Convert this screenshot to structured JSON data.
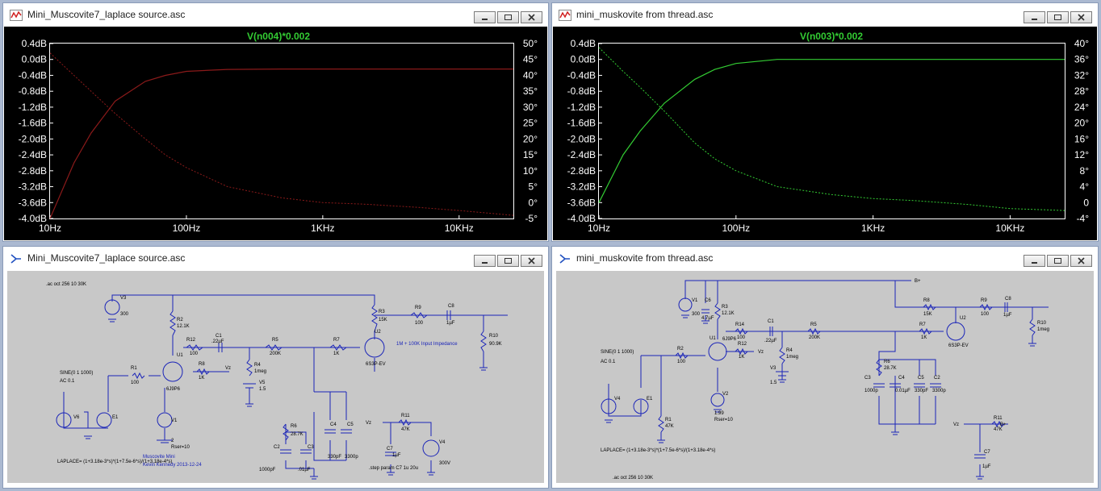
{
  "windows": [
    {
      "title": "Mini_Muscovite7_laplace source.asc",
      "type": "plot"
    },
    {
      "title": "mini_muskovite from thread.asc",
      "type": "plot"
    },
    {
      "title": "Mini_Muscovite7_laplace source.asc",
      "type": "schematic"
    },
    {
      "title": "mini_muskovite from thread.asc",
      "type": "schematic"
    }
  ],
  "plot_left": {
    "trace_label": "V(n004)*0.002",
    "trace_color": "#8b1a1a",
    "y_left_ticks": [
      "0.4dB",
      "0.0dB",
      "-0.4dB",
      "-0.8dB",
      "-1.2dB",
      "-1.6dB",
      "-2.0dB",
      "-2.4dB",
      "-2.8dB",
      "-3.2dB",
      "-3.6dB",
      "-4.0dB"
    ],
    "y_right_ticks": [
      "50°",
      "45°",
      "40°",
      "35°",
      "30°",
      "25°",
      "20°",
      "15°",
      "10°",
      "5°",
      "0°",
      "-5°"
    ],
    "x_ticks": [
      "10Hz",
      "100Hz",
      "1KHz",
      "10KHz"
    ]
  },
  "plot_right": {
    "trace_label": "V(n003)*0.002",
    "trace_color": "#33cc33",
    "y_left_ticks": [
      "0.4dB",
      "0.0dB",
      "-0.4dB",
      "-0.8dB",
      "-1.2dB",
      "-1.6dB",
      "-2.0dB",
      "-2.4dB",
      "-2.8dB",
      "-3.2dB",
      "-3.6dB",
      "-4.0dB"
    ],
    "y_right_ticks": [
      "40°",
      "36°",
      "32°",
      "28°",
      "24°",
      "20°",
      "16°",
      "12°",
      "8°",
      "4°",
      "0",
      "-4°"
    ],
    "x_ticks": [
      "10Hz",
      "100Hz",
      "1KHz",
      "10KHz"
    ]
  },
  "chart_data": [
    {
      "type": "line",
      "title": "V(n004)*0.002",
      "x_scale": "log",
      "xlim": [
        10,
        25000
      ],
      "ylim_left": [
        -4.0,
        0.4
      ],
      "ylim_right": [
        -5,
        50
      ],
      "grid": false,
      "series": [
        {
          "name": "V(n004)*0.002",
          "axis": "left",
          "x": [
            10,
            15,
            20,
            30,
            50,
            70,
            100,
            200,
            500,
            1000,
            2000,
            5000,
            10000,
            25000
          ],
          "values": [
            -4.0,
            -2.6,
            -1.85,
            -1.05,
            -0.55,
            -0.4,
            -0.3,
            -0.25,
            -0.24,
            -0.24,
            -0.24,
            -0.24,
            -0.24,
            -0.24
          ]
        },
        {
          "axis": "right",
          "x": [
            10,
            15,
            20,
            30,
            50,
            70,
            100,
            200,
            500,
            1000,
            2000,
            5000,
            10000,
            25000
          ],
          "values": [
            47,
            40,
            35,
            28,
            20,
            15,
            11,
            5,
            1.5,
            0,
            -0.5,
            -1.5,
            -2.5,
            -4
          ]
        }
      ]
    },
    {
      "type": "line",
      "title": "V(n003)*0.002",
      "x_scale": "log",
      "xlim": [
        10,
        25000
      ],
      "ylim_left": [
        -4.0,
        0.4
      ],
      "ylim_right": [
        -4,
        40
      ],
      "grid": false,
      "series": [
        {
          "name": "V(n003)*0.002",
          "axis": "left",
          "x": [
            10,
            15,
            20,
            30,
            50,
            70,
            100,
            200,
            500,
            1000,
            2000,
            5000,
            10000,
            25000
          ],
          "values": [
            -3.6,
            -2.4,
            -1.8,
            -1.1,
            -0.5,
            -0.25,
            -0.1,
            0.0,
            0.0,
            0.0,
            0.0,
            0.0,
            0.0,
            0.0
          ]
        },
        {
          "axis": "right",
          "x": [
            10,
            15,
            20,
            30,
            50,
            70,
            100,
            200,
            500,
            1000,
            2000,
            5000,
            10000,
            25000
          ],
          "values": [
            39,
            33,
            29,
            23,
            15,
            11,
            8,
            4,
            2,
            1,
            0.5,
            -0.5,
            -1.5,
            -2
          ]
        }
      ]
    }
  ],
  "schematic_left": {
    "directive_top": ".ac oct 256 10 30K",
    "source_label": "SINE(0 1 1000)",
    "source_ac": "AC 0.1",
    "laplace": "LAPLACE= (1+3.18e-3*s)*(1+7.5e-6*s)/(1+3.18e-4*s)",
    "note_impedance": "1M + 100K Input Impedance",
    "footer_name": "Muscovite Mini",
    "footer_author": "Kevin Kennedy 2013-12-24",
    "step_directive": ".step param C7 1u 20u",
    "parts": {
      "v3": "V3",
      "v3_val": "300",
      "r2": "R2",
      "r2_val": "12.1K",
      "r12": "R12",
      "r12_val": "100",
      "c1": "C1",
      "c1_val": ".22µF",
      "r5": "R5",
      "r5_val": "200K",
      "r7": "R7",
      "r7_val": "1K",
      "r3": "R3",
      "r3_val": "15K",
      "r9": "R9",
      "r9_val": "100",
      "c8": "C8",
      "c8_val": "1µF",
      "r10": "R10",
      "r10_val": "90.9K",
      "u1": "U1",
      "u1_type": "6J9P6",
      "u2": "U2",
      "u2_type": "6S3P-EV",
      "r8": "R8",
      "r8_val": "1K",
      "r4": "R4",
      "r4_val": "1meg",
      "v5": "V5",
      "v5_val": "1.5",
      "r1": "R1",
      "r1_val": "100",
      "v6": "V6",
      "e1": "E1",
      "v1": "V1",
      "v1_val": "2",
      "v1_rser": "Rser=10",
      "r6": "R6",
      "r6_val": "28.7K",
      "c2": "C2",
      "c2_val": "1000pF",
      "c3": "C3",
      "c3_val": ".01µF",
      "c4": "C4",
      "c4_val": "330pF",
      "c5": "C5",
      "c5_val": "3300p",
      "vz": "Vz",
      "r11": "R11",
      "r11_val": "47K",
      "c7": "C7",
      "c7_val": "1µF",
      "v4": "V4",
      "v4_val": "300V"
    }
  },
  "schematic_right": {
    "directive_bottom": ".ac oct 256 10 30K",
    "source_label": "SINE(0 1 1000)",
    "source_ac": "AC 0.1",
    "laplace": "LAPLACE= (1+3.18e-3*s)*(1+7.5e-6*s)/(1+3.18e-4*s)",
    "parts": {
      "v1": "V1",
      "v1_val": "300",
      "c6": "C6",
      "c6_val": "4.7µF",
      "r3": "R3",
      "r3_val": "12.1K",
      "r14": "R14",
      "r14_val": "100",
      "c1": "C1",
      "c1_val": ".22µF",
      "r5": "R5",
      "r5_val": "200K",
      "r8": "R8",
      "r8_val": "15K",
      "r9": "R9",
      "r9_val": "100",
      "c8": "C8",
      "c8_val": "1µF",
      "r10": "R10",
      "r10_val": "1meg",
      "r2": "R2",
      "r2_val": "100",
      "u1": "U1",
      "u1_type": "6J9P6",
      "r12": "R12",
      "r12_val": "1K",
      "vz": "Vz",
      "r4": "R4",
      "r4_val": "1meg",
      "v3": "V3",
      "v3_val": "1.5",
      "r7": "R7",
      "r7_val": "1K",
      "u2": "U2",
      "u2_type": "6S3P-EV",
      "r6": "R6",
      "r6_val": "28.7K",
      "c3": "C3",
      "c3_val": "1000p",
      "c4": "C4",
      "c4_val": "0.01µF",
      "c5": "C5",
      "c5_val": "330pF",
      "c2": "C2",
      "c2_val": "3300p",
      "v4": "V4",
      "e1": "E1",
      "r1": "R1",
      "r1_val": "47K",
      "v2": "V2",
      "v2_val": "1.99",
      "v2_rser": "Rser=10",
      "r11": "R11",
      "r11_val": "47K",
      "c7": "C7",
      "c7_val": "1µF",
      "node_bplus": "B+"
    }
  }
}
